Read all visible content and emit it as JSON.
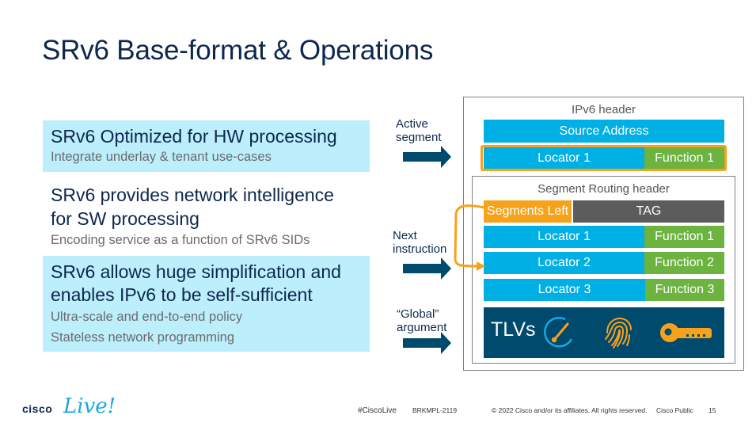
{
  "slide": {
    "title": "SRv6 Base-format & Operations",
    "points": [
      {
        "heading": [
          "SRv6 Optimized for HW processing"
        ],
        "subs": [
          "Integrate underlay & tenant use-cases"
        ],
        "highlighted": true
      },
      {
        "heading": [
          "SRv6 provides network intelligence",
          "for SW processing"
        ],
        "subs": [
          "Encoding service as a function of SRv6 SIDs"
        ],
        "highlighted": false
      },
      {
        "heading": [
          "SRv6 allows huge simplification and",
          "enables IPv6 to be self-sufficient"
        ],
        "subs": [
          "Ultra-scale and end-to-end policy",
          "Stateless network programming"
        ],
        "highlighted": true
      }
    ]
  },
  "diagram": {
    "labels": {
      "active": [
        "Active",
        "segment"
      ],
      "next": [
        "Next",
        "instruction"
      ],
      "global": [
        "“Global”",
        "argument"
      ]
    },
    "ipv6_header": {
      "caption": "IPv6 header",
      "source_address": "Source Address",
      "destination": {
        "locator": "Locator 1",
        "function": "Function 1"
      }
    },
    "srh": {
      "caption": "Segment Routing header",
      "segments_left": "Segments Left",
      "tag": "TAG",
      "segments": [
        {
          "locator": "Locator 1",
          "function": "Function 1"
        },
        {
          "locator": "Locator 2",
          "function": "Function 2"
        },
        {
          "locator": "Locator 3",
          "function": "Function 3"
        }
      ],
      "tlvs": {
        "label": "TLVs",
        "icons": [
          "speedometer-icon",
          "fingerprint-icon",
          "key-icon"
        ]
      }
    },
    "colors": {
      "locator": "#00b0e4",
      "function": "#6cb33f",
      "highlight": "#f7a21b",
      "tag": "#5c5c5c",
      "tlv": "#004a6d",
      "arrow": "#004a6d",
      "text_box": "#bdeefc"
    }
  },
  "footer": {
    "brand": "cisco",
    "brand_script": "Live!",
    "hashtag": "#CiscoLive",
    "session": "BRKMPL-2119",
    "copyright": "© 2022  Cisco and/or its affiliates. All rights reserved.",
    "classification": "Cisco Public",
    "page_number": "15"
  }
}
